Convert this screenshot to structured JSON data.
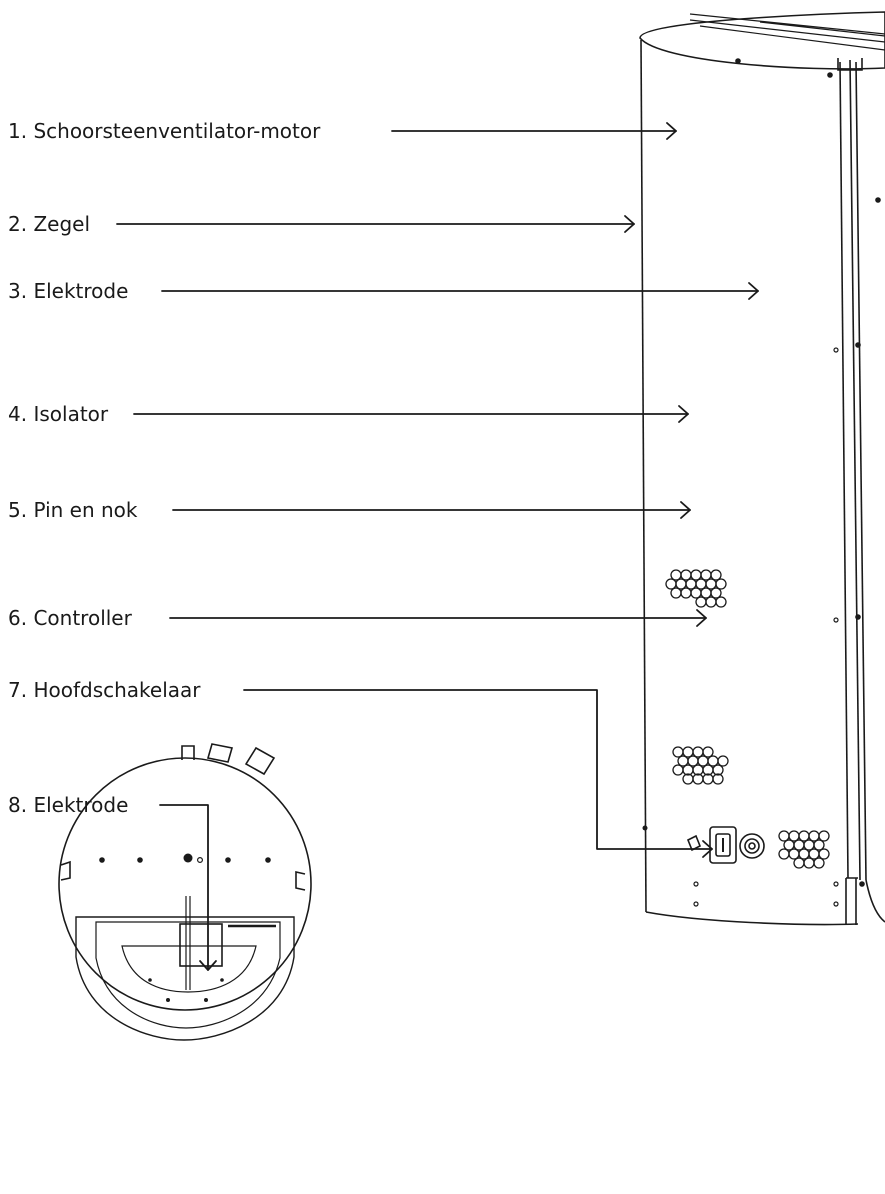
{
  "labels": [
    {
      "num": "1.",
      "text": "Schoorsteenventilator-motor"
    },
    {
      "num": "2.",
      "text": "Zegel"
    },
    {
      "num": "3.",
      "text": "Elektrode"
    },
    {
      "num": "4.",
      "text": "Isolator"
    },
    {
      "num": "5.",
      "text": "Pin en nok"
    },
    {
      "num": "6.",
      "text": "Controller"
    },
    {
      "num": "7.",
      "text": "Hoofdschakelaar"
    },
    {
      "num": "8.",
      "text": "Elektrode"
    }
  ],
  "colors": {
    "line": "#1a1a1a",
    "background": "#ffffff"
  }
}
